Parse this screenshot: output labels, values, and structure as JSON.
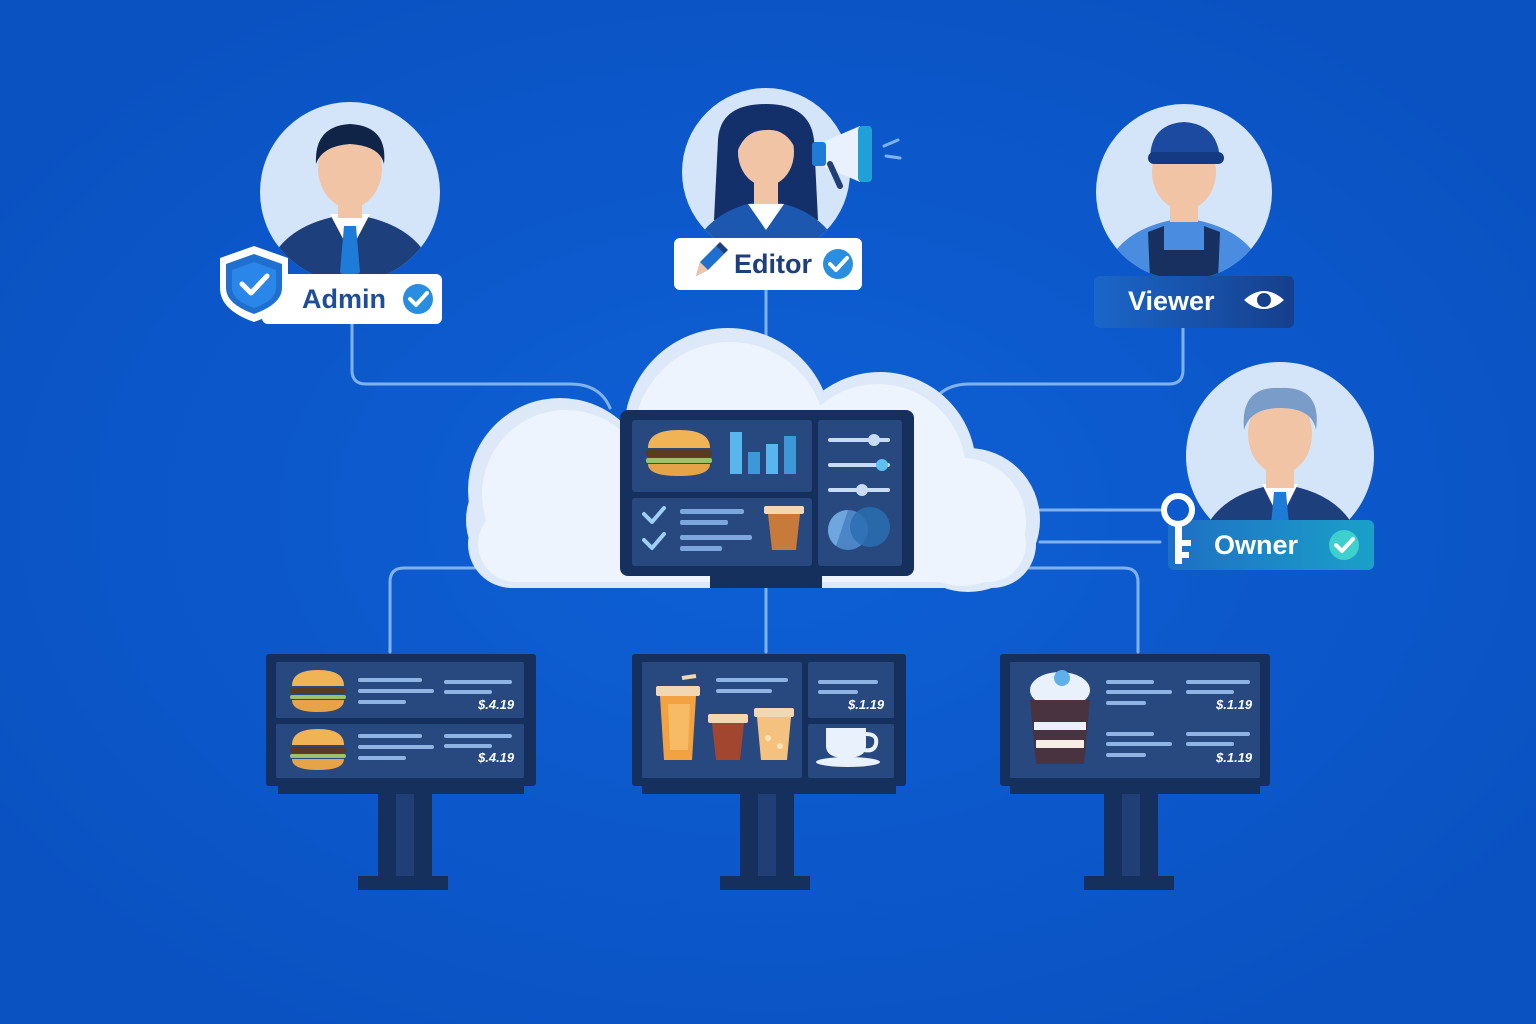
{
  "roles": {
    "admin": {
      "label": "Admin",
      "color": "#1f4d99",
      "icon": "shield-check-icon"
    },
    "editor": {
      "label": "Editor",
      "color": "#1f3f7a",
      "icon": "pencil-icon"
    },
    "viewer": {
      "label": "Viewer",
      "color": "#ffffff",
      "icon": "eye-icon"
    },
    "owner": {
      "label": "Owner",
      "color": "#ffffff",
      "icon": "key-icon"
    }
  },
  "screens": {
    "burger": {
      "prices": [
        "$.4.19",
        "$.4.19"
      ]
    },
    "drinks": {
      "prices": [
        "$.1.19"
      ]
    },
    "dessert": {
      "prices": [
        "$.1.19",
        "$.1.19"
      ]
    }
  },
  "colors": {
    "background": "#0a55c8",
    "screen_frame": "#16305e",
    "screen_panel": "#27497f",
    "cloud": "#e9f1fc",
    "connector": "#7fb2ef",
    "check": "#2a8ee0"
  }
}
